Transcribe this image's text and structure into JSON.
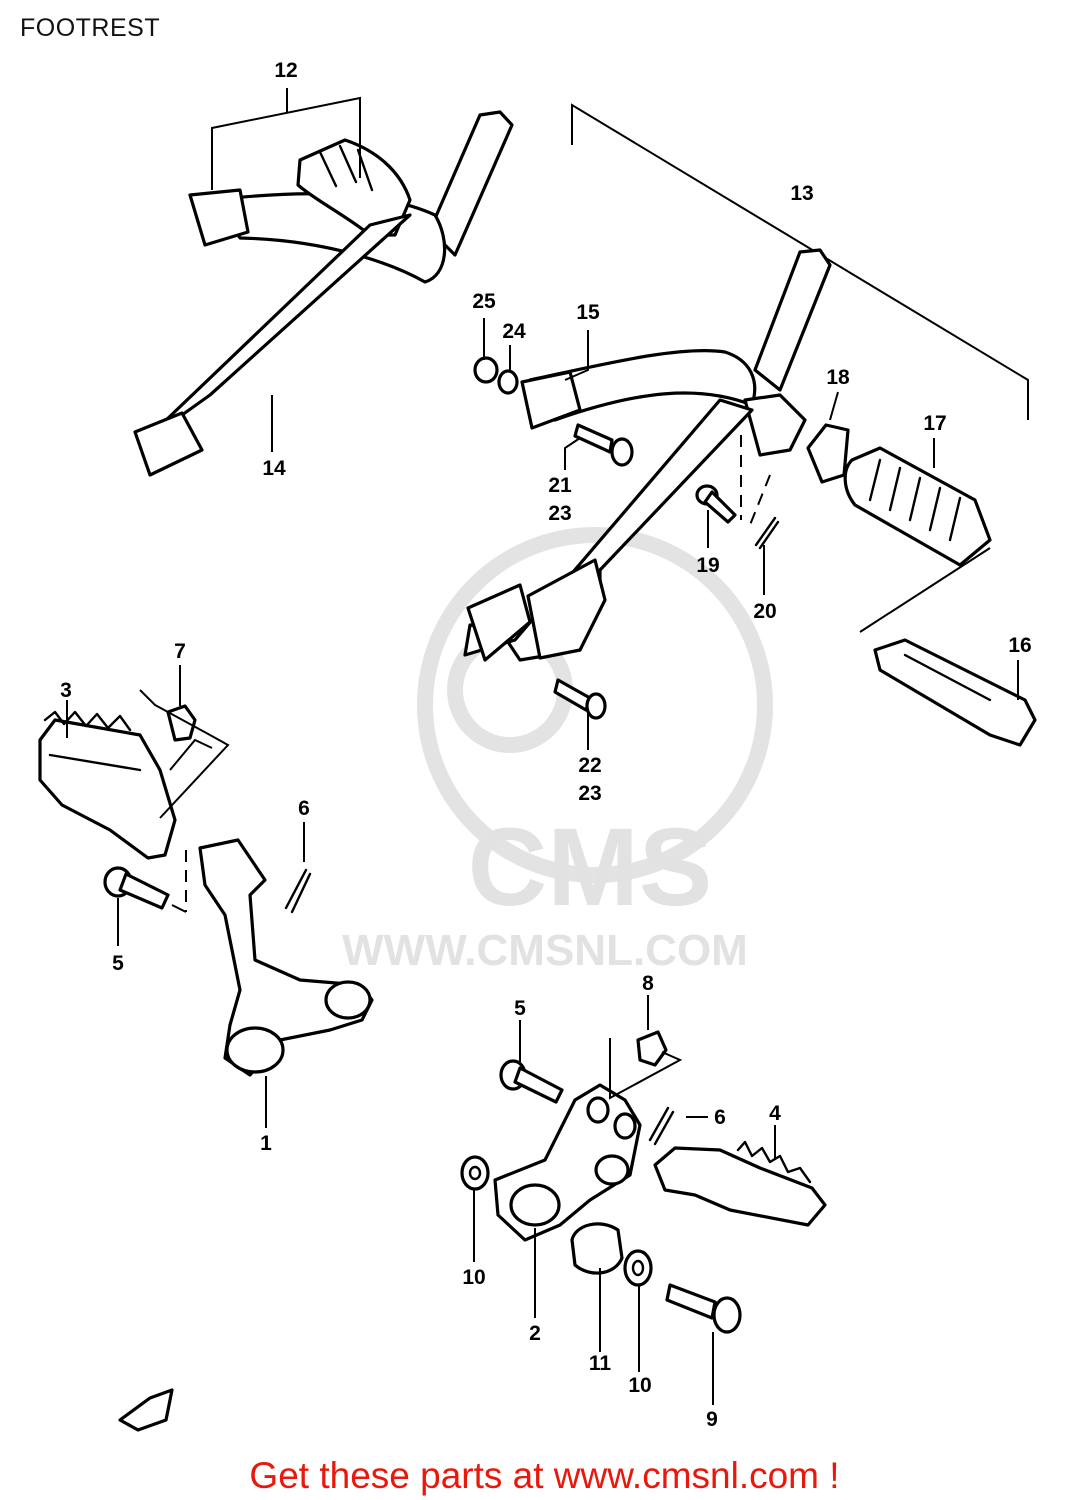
{
  "header": {
    "title": "FOOTREST"
  },
  "watermark": {
    "logo_text": "CMS",
    "url_text": "WWW.CMSNL.COM"
  },
  "callouts": {
    "c1": "1",
    "c2": "2",
    "c3": "3",
    "c4": "4",
    "c5a": "5",
    "c5b": "5",
    "c6a": "6",
    "c6b": "6",
    "c7": "7",
    "c8": "8",
    "c9": "9",
    "c10a": "10",
    "c10b": "10",
    "c11": "11",
    "c12": "12",
    "c13": "13",
    "c14": "14",
    "c15": "15",
    "c16": "16",
    "c17": "17",
    "c18": "18",
    "c19": "19",
    "c20": "20",
    "c21": "21",
    "c23a": "23",
    "c22": "22",
    "c23b": "23",
    "c24": "24",
    "c25": "25"
  },
  "footer": {
    "text": "Get these parts at www.cmsnl.com !"
  },
  "colors": {
    "footer": "#e8180d",
    "line": "#000000",
    "watermark": "#e2e2e2"
  }
}
